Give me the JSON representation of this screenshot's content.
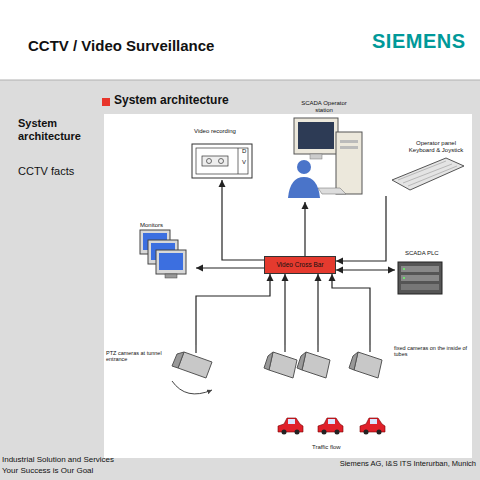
{
  "diagram": {
    "title": "CCTV / Video Surveillance",
    "nodes": [
      {
        "text": [
          "Video recording",
          "D",
          "V"
        ]
      },
      {
        "text": [
          "SCADA Operator station"
        ]
      },
      {
        "text": [
          "Operator panel Keyboard & Joystick"
        ]
      },
      {
        "text": [
          "Monitors"
        ]
      },
      {
        "text": [
          "Video Cross Bar"
        ]
      },
      {
        "text": [
          "SCADA PLC"
        ]
      },
      {
        "text": [
          "PTZ cameras at tunnel entrance"
        ]
      },
      {
        "text": []
      },
      {
        "text": []
      },
      {
        "text": [
          "fixed cameras on the inside of tubes"
        ]
      }
    ],
    "edges": [
      {
        "from": 4,
        "to": 0,
        "arrow": "to"
      },
      {
        "from": 4,
        "to": 1,
        "arrow": "to"
      },
      {
        "from": 2,
        "to": 4,
        "arrow": "to"
      },
      {
        "from": 4,
        "to": 3,
        "arrow": "to"
      },
      {
        "from": 4,
        "to": 5,
        "arrow": "both"
      },
      {
        "from": 6,
        "to": 4,
        "arrow": "to"
      },
      {
        "from": 7,
        "to": 4,
        "arrow": "to"
      },
      {
        "from": 8,
        "to": 4,
        "arrow": "to"
      },
      {
        "from": 9,
        "to": 4,
        "arrow": "to"
      }
    ],
    "labels": [
      "SIEMENS",
      "System architecture",
      "CCTV facts",
      "System architecture",
      "Traffic flow",
      "Industrial Solution and Services",
      "Your Success is Our Goal",
      "Siemens AG, I&S ITS Interurban, Munich"
    ]
  }
}
